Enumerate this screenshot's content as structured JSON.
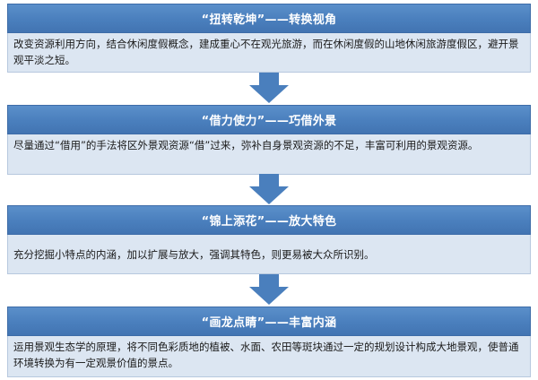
{
  "steps": [
    {
      "title": "“扭转乾坤”——转换视角",
      "text": "改变资源利用方向，结合休闲度假概念，建成重心不在观光旅游，而在休闲度假的山地休闲旅游度假区，避开景观平淡之短。"
    },
    {
      "title": "“借力使力”——巧借外景",
      "text": "尽量通过“借用”的手法将区外景观资源“借”过来，弥补自身景观资源的不足，丰富可利用的景观资源。"
    },
    {
      "title": "“锦上添花”——放大特色",
      "text": "充分挖掘小特点的内涵，加以扩展与放大，强调其特色，则更易被大众所识别。"
    },
    {
      "title": "“画龙点睛”——丰富内涵",
      "text": "运用景观生态学的原理，将不同色彩质地的植被、水面、农田等斑块通过一定的规划设计构成大地景观，使普通环境转换为有一定观景价值的景点。"
    }
  ],
  "colors": {
    "header": "#4a7fbd",
    "body": "#dce6f2",
    "arrow": "#4a7fbd"
  },
  "icons": [
    "down-arrow-icon"
  ]
}
